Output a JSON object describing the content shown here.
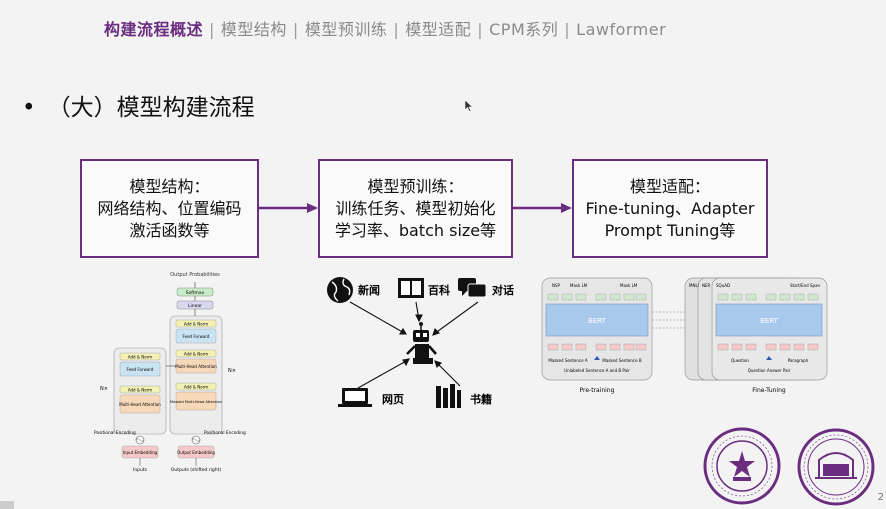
{
  "nav": {
    "items": [
      {
        "label": "构建流程概述",
        "active": true
      },
      {
        "label": "模型结构",
        "active": false
      },
      {
        "label": "模型预训练",
        "active": false
      },
      {
        "label": "模型适配",
        "active": false
      },
      {
        "label": "CPM系列",
        "active": false
      },
      {
        "label": "Lawformer",
        "active": false
      }
    ],
    "separator": "|"
  },
  "heading": {
    "bullet": "•",
    "text": "（大）模型构建流程"
  },
  "boxes": [
    {
      "title": "模型结构：",
      "lines": [
        "网络结构、位置编码",
        "激活函数等"
      ]
    },
    {
      "title": "模型预训练：",
      "lines": [
        "训练任务、模型初始化",
        "学习率、batch size等"
      ]
    },
    {
      "title": "模型适配：",
      "lines": [
        "Fine-tuning、Adapter",
        "Prompt Tuning等"
      ]
    }
  ],
  "transformer": {
    "top_label": "Output Probabilities",
    "softmax": "Softmax",
    "linear": "Linear",
    "add_norm": "Add & Norm",
    "feed_forward": "Feed Forward",
    "mha": "Multi-Head Attention",
    "masked_mha": "Masked Multi-Head Attention",
    "nx": "N×",
    "pos_enc": "Positional Encoding",
    "input_emb": "Input Embedding",
    "output_emb": "Output Embedding",
    "inputs": "Inputs",
    "outputs": "Outputs (shifted right)"
  },
  "data_sources": {
    "news": "新闻",
    "wiki": "百科",
    "dialog": "对话",
    "web": "网页",
    "books": "书籍"
  },
  "bert": {
    "model": "BERT",
    "pretrain_caption": "Pre-training",
    "finetune_caption": "Fine-Tuning",
    "nsp": "NSP",
    "mask_lm": "Mask LM",
    "mnli": "MNLI",
    "ner": "NER",
    "squad": "SQuAD",
    "span": "Start/End Span",
    "masked_a": "Masked Sentence A",
    "masked_b": "Masked Sentence B",
    "unlabeled": "Unlabeled Sentence A and B Pair",
    "question": "Question",
    "paragraph": "Paragraph",
    "qa_pair": "Question Answer Pair"
  },
  "page_number": "2",
  "colors": {
    "accent": "#6b2d80",
    "ff_blue": "#c9e3f3",
    "attn_orange": "#f7d8b8",
    "emb_pink": "#f4c9c9",
    "norm_yellow": "#f3f1b5",
    "bert_blue": "#a8c8ec"
  }
}
